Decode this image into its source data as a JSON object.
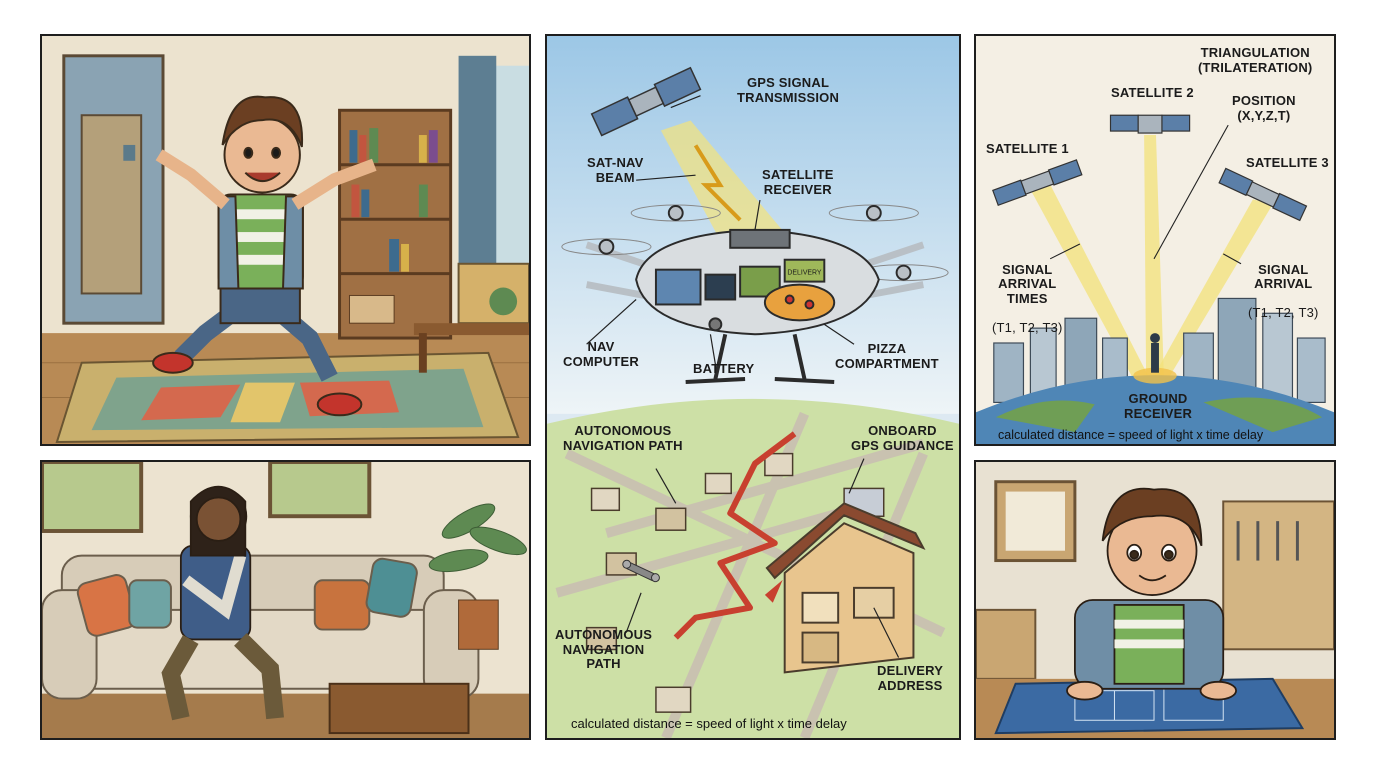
{
  "panel_livingroom_boy": {},
  "panel_drone": {
    "labels": {
      "gps_signal": "GPS SIGNAL\nTRANSMISSION",
      "sat_nav_beam": "SAT-NAV\nBEAM",
      "satellite_receiver": "SATELLITE\nRECEIVER",
      "nav_computer": "NAV\nCOMPUTER",
      "battery": "BATTERY",
      "pizza": "PIZZA\nCOMPARTMENT",
      "auto_nav_top": "AUTONOMOUS\nNAVIGATION PATH",
      "onboard_gps": "ONBOARD\nGPS GUIDANCE",
      "auto_nav_bottom": "AUTONOMOUS\nNAVIGATION\nPATH",
      "delivery_address": "DELIVERY\nADDRESS",
      "drone_box_label": "DELIVERY"
    },
    "formula": "calculated distance = speed of light x time delay"
  },
  "panel_trilateration": {
    "labels": {
      "title": "TRIANGULATION\n(TRILATERATION)",
      "sat1": "SATELLITE 1",
      "sat2": "SATELLITE 2",
      "sat3": "SATELLITE 3",
      "position": "POSITION\n(X,Y,Z,T)",
      "arrival_left_text": "SIGNAL\nARRIVAL\nTIMES",
      "arrival_left_times": "(T1, T2, T3)",
      "arrival_right_text": "SIGNAL\nARRIVAL",
      "arrival_right_times": "(T1, T2, T3)",
      "ground_receiver": "GROUND\nRECEIVER"
    },
    "formula": "calculated distance = speed of light x time delay"
  },
  "panel_sofa_girl": {},
  "panel_workbench_boy": {}
}
